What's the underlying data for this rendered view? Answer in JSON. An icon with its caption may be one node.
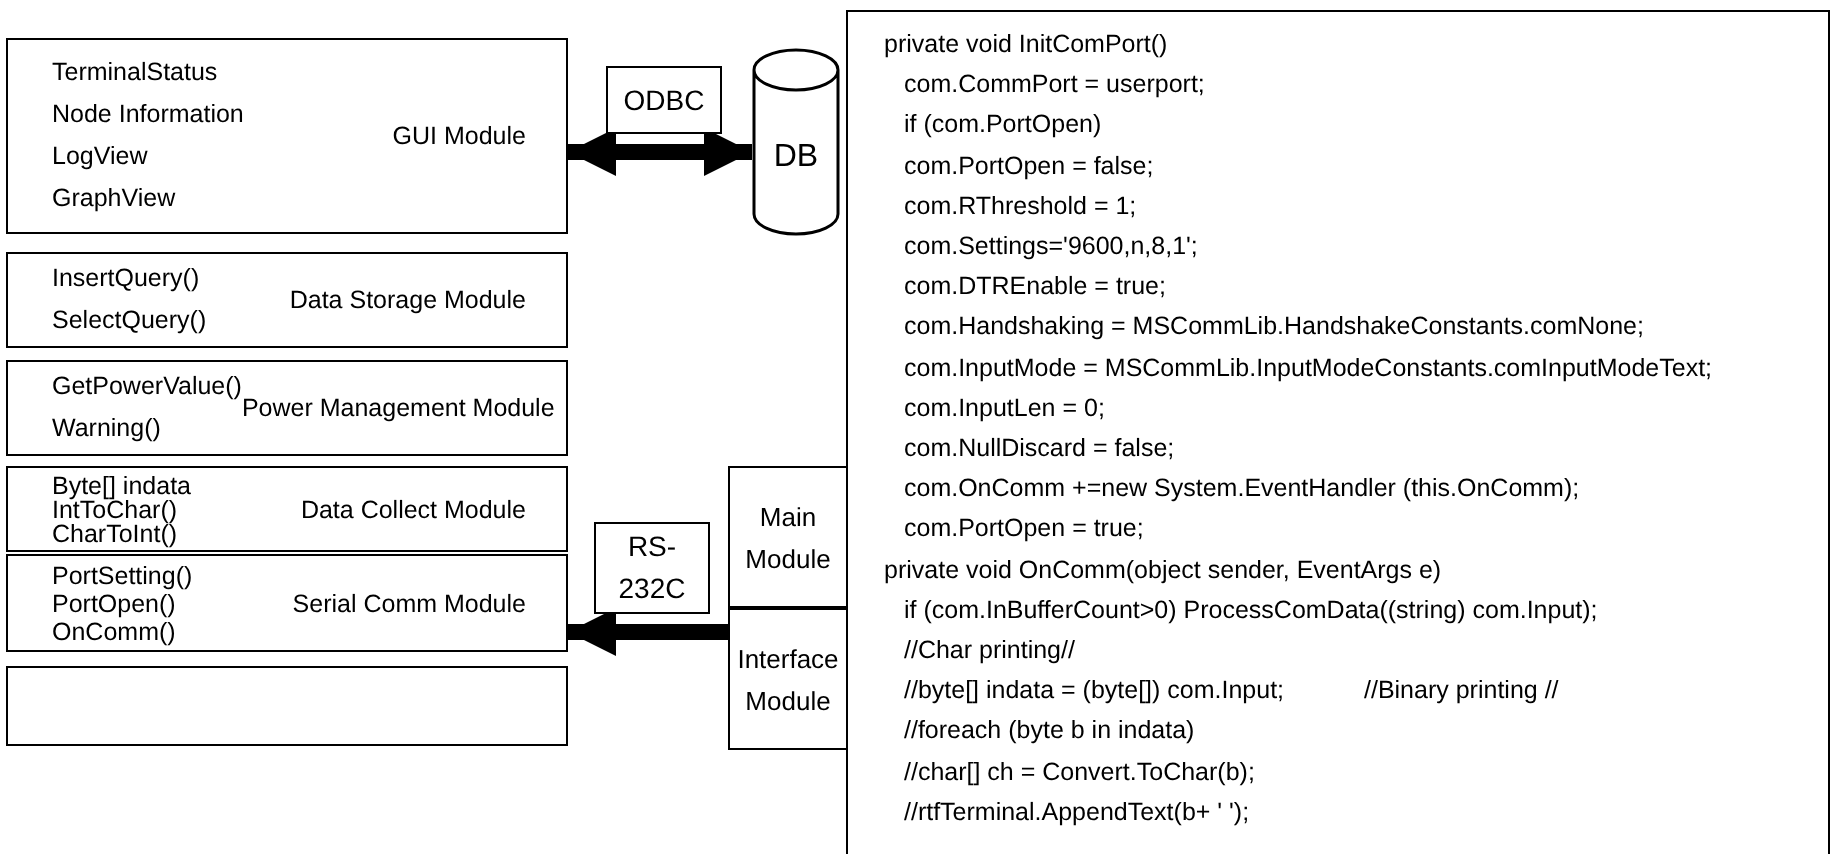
{
  "diagram": {
    "nodes": [
      {
        "text": [
          "TerminalStatus",
          "Node Information",
          "LogView",
          "GraphView",
          "GUI Module"
        ]
      },
      {
        "text": [
          "DB"
        ]
      },
      {
        "text": [
          "InsertQuery()",
          "SelectQuery()",
          "Data Storage Module"
        ]
      },
      {
        "text": [
          "GetPowerValue()",
          "Warning()",
          "Power Management Module"
        ]
      },
      {
        "text": [
          "Byte[] indata",
          "IntToChar()",
          "CharToInt()",
          "Data Collect Module"
        ]
      },
      {
        "text": [
          "PortSetting()",
          "PortOpen()",
          "OnComm()",
          "Serial Comm Module"
        ]
      },
      {
        "text": [],
        "shape": "box"
      },
      {
        "text": [
          "private void InitComPort()",
          "com.CommPort = userport;",
          "if (com.PortOpen)",
          "com.PortOpen = false;",
          "com.RThreshold = 1;",
          "com.Settings='9600,n,8,1';",
          "com.DTREnable = true;",
          "com.Handshaking = MSCommLib.HandshakeConstants.comNone;",
          "com.InputMode = MSCommLib.InputModeConstants.comInputModeText;",
          "com.InputLen = 0;",
          "com.NullDiscard = false;",
          "com.OnComm +=new System.EventHandler (this.OnComm);",
          "com.PortOpen = true;",
          "private void OnComm(object sender, EventArgs e)",
          "if (com.InBufferCount>0) ProcessComData((string) com.Input);",
          "//Char printing//",
          "//byte[] indata = (byte[]) com.Input;",
          "//Binary printing //",
          "//foreach (byte b in indata)",
          "//char[] ch = Convert.ToChar(b);",
          "//rtfTerminal.AppendText(b+ ' ');"
        ]
      },
      {
        "text": [
          "Main Module"
        ]
      },
      {
        "text": [
          "Interface Module"
        ]
      }
    ],
    "edges": [
      {
        "from": 0,
        "to": 1,
        "arrow": "both",
        "label": "ODBC"
      },
      {
        "from": 9,
        "to": 5,
        "arrow": "to",
        "label": "RS-232C"
      }
    ]
  }
}
